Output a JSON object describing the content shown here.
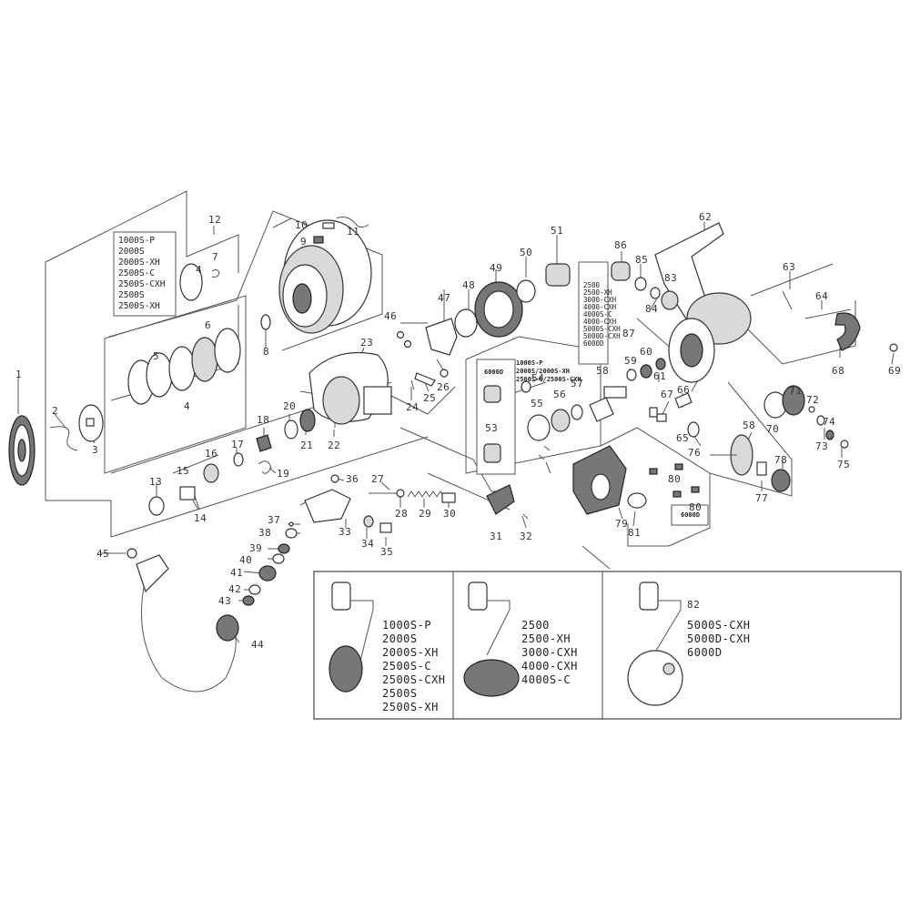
{
  "part_numbers": [
    "1",
    "2",
    "3",
    "4",
    "4",
    "5",
    "6",
    "7",
    "8",
    "9",
    "10",
    "11",
    "12",
    "13",
    "14",
    "15",
    "16",
    "17",
    "18",
    "19",
    "20",
    "21",
    "22",
    "23",
    "24",
    "25",
    "26",
    "27",
    "28",
    "29",
    "30",
    "31",
    "32",
    "33",
    "34",
    "35",
    "36",
    "37",
    "38",
    "39",
    "40",
    "41",
    "42",
    "43",
    "44",
    "45",
    "46",
    "47",
    "48",
    "49",
    "50",
    "51",
    "53",
    "54",
    "55",
    "56",
    "57",
    "58",
    "58",
    "59",
    "60",
    "61",
    "62",
    "63",
    "64",
    "65",
    "66",
    "67",
    "68",
    "69",
    "70",
    "71",
    "72",
    "73",
    "74",
    "75",
    "76",
    "77",
    "78",
    "79",
    "80",
    "80",
    "81",
    "82",
    "83",
    "84",
    "85",
    "86",
    "87"
  ],
  "spool_models": "1000S-P\n2000S\n2000S-XH\n2500S-C\n2500S-CXH\n2500S\n2500S-XH",
  "vertical_models": "2500\n2500-XH\n3000-CXH\n4000-CXH\n4000S-C\n4000-CXH\n5000S-CXH\n5000D-CXH\n6000D",
  "box_models_54": "1000S-P\n2000S/2000S-XH\n2500S-C/2500S-CXH",
  "label_6000d_a": "6000D",
  "label_6000d_b": "6000D",
  "handle_panel": {
    "left_models": "1000S-P\n2000S\n2000S-XH\n2500S-C\n2500S-CXH\n2500S\n2500S-XH",
    "middle_models": "2500\n2500-XH\n3000-CXH\n4000-CXH\n4000S-C",
    "right_models": "5000S-CXH\n5000D-CXH\n6000D"
  }
}
